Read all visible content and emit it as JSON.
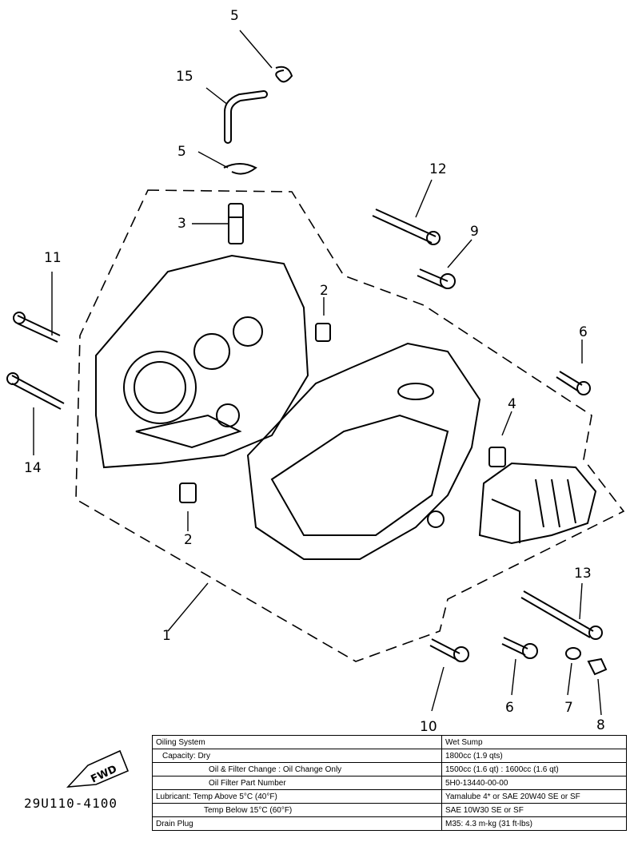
{
  "callouts": [
    {
      "id": "c5a",
      "text": "5"
    },
    {
      "id": "c15",
      "text": "15"
    },
    {
      "id": "c5b",
      "text": "5"
    },
    {
      "id": "c3",
      "text": "3"
    },
    {
      "id": "c11",
      "text": "11"
    },
    {
      "id": "c12",
      "text": "12"
    },
    {
      "id": "c9",
      "text": "9"
    },
    {
      "id": "c2a",
      "text": "2"
    },
    {
      "id": "c6a",
      "text": "6"
    },
    {
      "id": "c4",
      "text": "4"
    },
    {
      "id": "c14",
      "text": "14"
    },
    {
      "id": "c2b",
      "text": "2"
    },
    {
      "id": "c13",
      "text": "13"
    },
    {
      "id": "c1",
      "text": "1"
    },
    {
      "id": "c10",
      "text": "10"
    },
    {
      "id": "c6b",
      "text": "6"
    },
    {
      "id": "c7",
      "text": "7"
    },
    {
      "id": "c8",
      "text": "8"
    }
  ],
  "fwd_label": "FWD",
  "part_code": "29U110-4100",
  "spec_table": {
    "rows": [
      [
        "Oiling System",
        "Wet Sump"
      ],
      [
        "Capacity: Dry",
        "1800cc (1.9 qts)"
      ],
      [
        "Oil & Filter Change : Oil Change Only",
        "1500cc (1.6 qt) : 1600cc (1.6 qt)"
      ],
      [
        "Oil Filter Part Number",
        "5H0-13440-00-00"
      ],
      [
        "Lubricant: Temp Above 5°C (40°F)",
        "Yamalube 4* or SAE 20W40 SE or SF"
      ],
      [
        "Temp Below 15°C (60°F)",
        "SAE 10W30 SE or SF"
      ],
      [
        "Drain Plug",
        "M35: 4.3 m-kg (31 ft-lbs)"
      ]
    ]
  }
}
